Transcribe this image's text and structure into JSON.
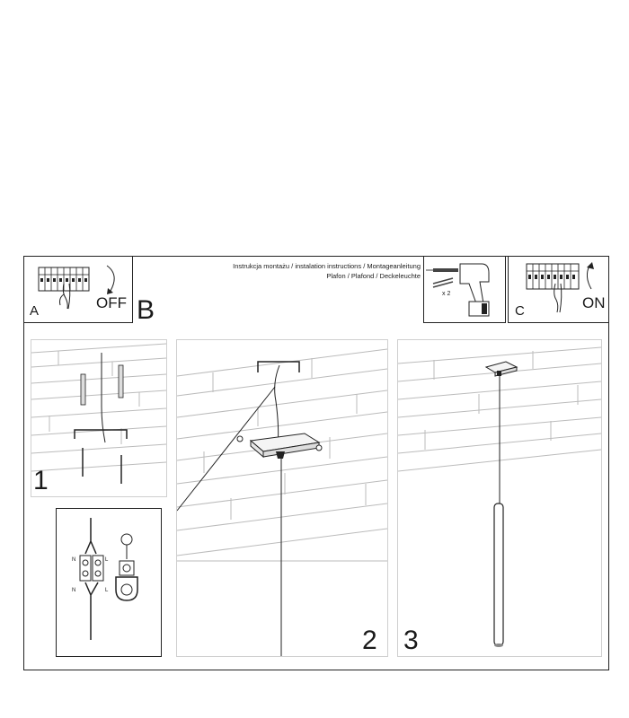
{
  "header": {
    "title_lines": [
      "Instrukcja montażu / instalation instructions / Montageanleitung",
      "Plafon / Plafond / Deckeleuchte"
    ]
  },
  "box_a": {
    "letter": "A",
    "label": "OFF"
  },
  "box_b": {
    "letter": "B"
  },
  "drill": {
    "count": "x 2"
  },
  "box_c": {
    "letter": "C",
    "label": "ON"
  },
  "steps": [
    {
      "number": "1"
    },
    {
      "number": "2"
    },
    {
      "number": "3"
    }
  ],
  "wiring": {
    "terminal_labels": [
      "N",
      "L",
      "N",
      "L"
    ]
  }
}
